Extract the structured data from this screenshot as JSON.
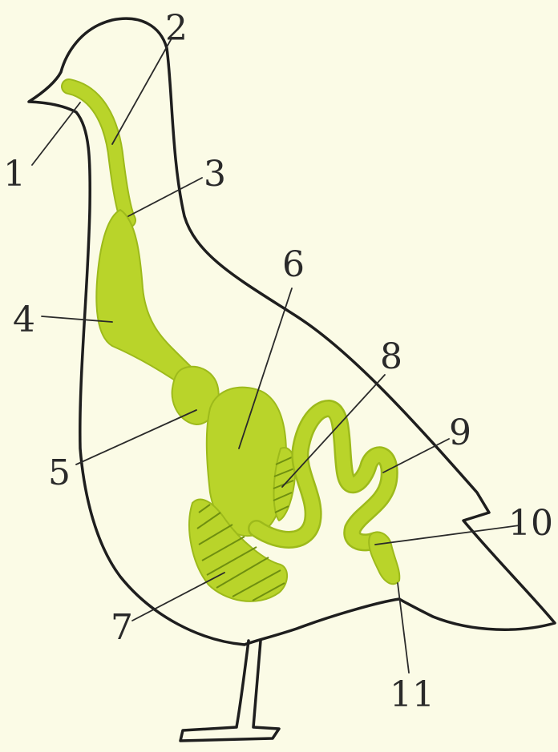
{
  "labels": [
    {
      "id": "1",
      "text": "1"
    },
    {
      "id": "2",
      "text": "2"
    },
    {
      "id": "3",
      "text": "3"
    },
    {
      "id": "4",
      "text": "4"
    },
    {
      "id": "5",
      "text": "5"
    },
    {
      "id": "6",
      "text": "6"
    },
    {
      "id": "7",
      "text": "7"
    },
    {
      "id": "8",
      "text": "8"
    },
    {
      "id": "9",
      "text": "9"
    },
    {
      "id": "10",
      "text": "10"
    },
    {
      "id": "11",
      "text": "11"
    }
  ],
  "colors": {
    "background": "#fbfbe6",
    "outline": "#1e1e1e",
    "organ_fill": "#b9d42a",
    "organ_edge": "#9dba1b",
    "hatch": "#6f8f10",
    "label": "#2a2a2a"
  }
}
